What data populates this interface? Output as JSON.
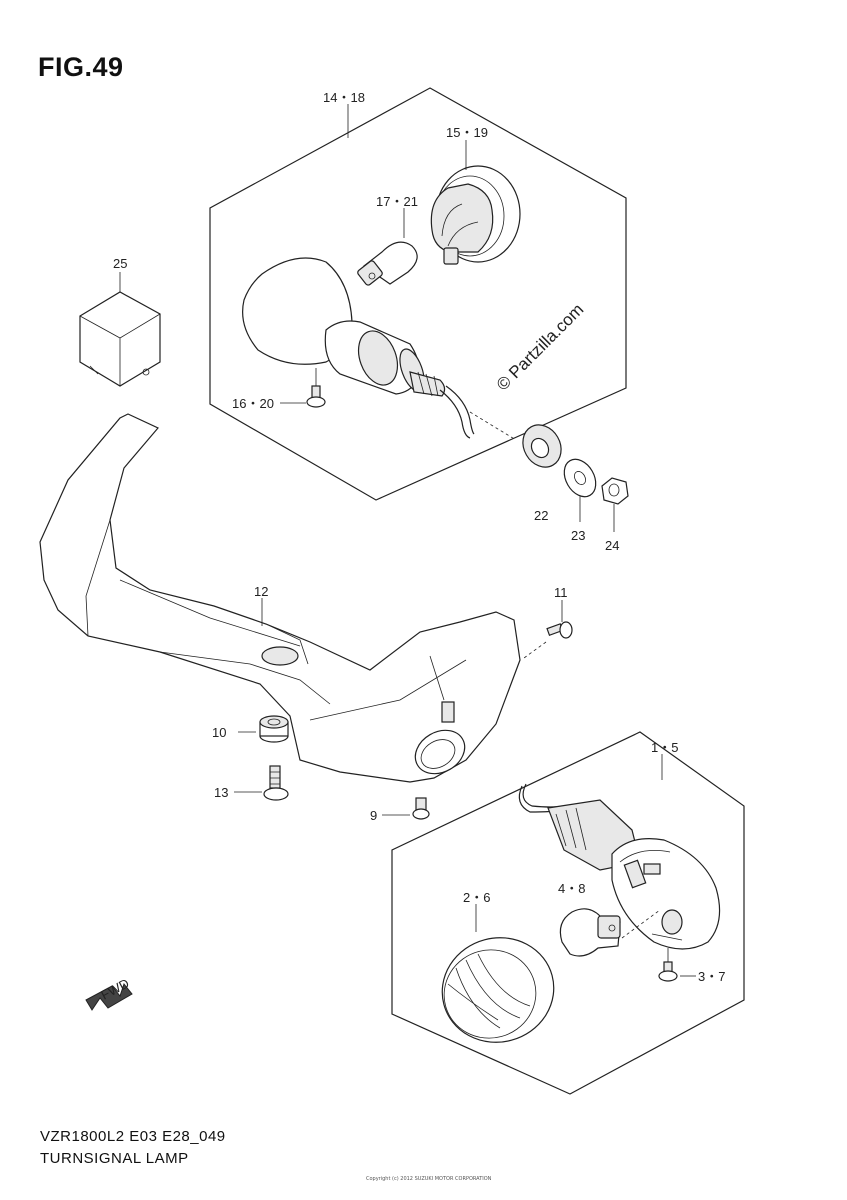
{
  "figure": {
    "title": "FIG.49",
    "model_code": "VZR1800L2 E03 E28_049",
    "part_name": "TURNSIGNAL LAMP",
    "watermark": "© Partzilla.com",
    "copyright": "Copyright (c) 2012 SUZUKI MOTOR CORPORATION"
  },
  "callouts": {
    "c14_18": "14・18",
    "c15_19": "15・19",
    "c17_21": "17・21",
    "c25": "25",
    "c16_20": "16・20",
    "c22": "22",
    "c23": "23",
    "c24": "24",
    "c12": "12",
    "c11": "11",
    "c10": "10",
    "c13": "13",
    "c9": "9",
    "c1_5": "1・5",
    "c4_8": "4・8",
    "c2_6": "2・6",
    "c3_7": "3・7"
  },
  "fwd_symbol": "FWD"
}
